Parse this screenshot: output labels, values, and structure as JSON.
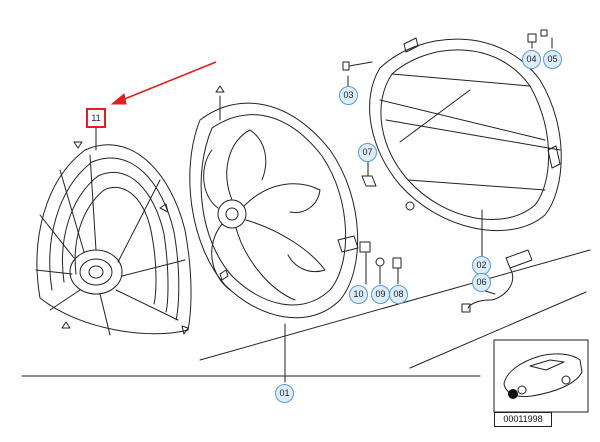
{
  "diagram": {
    "callouts": {
      "c01": "01",
      "c02": "02",
      "c03": "03",
      "c04": "04",
      "c05": "05",
      "c06": "06",
      "c07": "07",
      "c08": "08",
      "c09": "09",
      "c10": "10",
      "c11": "11"
    },
    "diagram_id": "00011998",
    "colors": {
      "line": "#222222",
      "callout_fill": "#dcecf9",
      "callout_border": "#5b9bd5",
      "highlight": "#e02020"
    },
    "icons": [
      "arrow-icon",
      "car-icon"
    ]
  }
}
